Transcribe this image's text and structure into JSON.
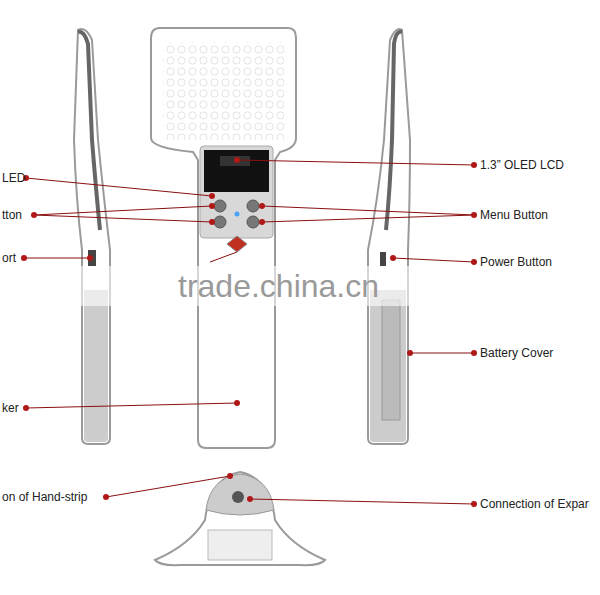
{
  "diagram": {
    "labels": [
      "LED",
      "tton",
      "ort",
      "ker",
      "on of Hand-strip",
      "1.3” OLED LCD",
      "Menu Button",
      "Power Button",
      "Battery Cover",
      "Connection of Expar",
      "trade.china.cn"
    ]
  }
}
